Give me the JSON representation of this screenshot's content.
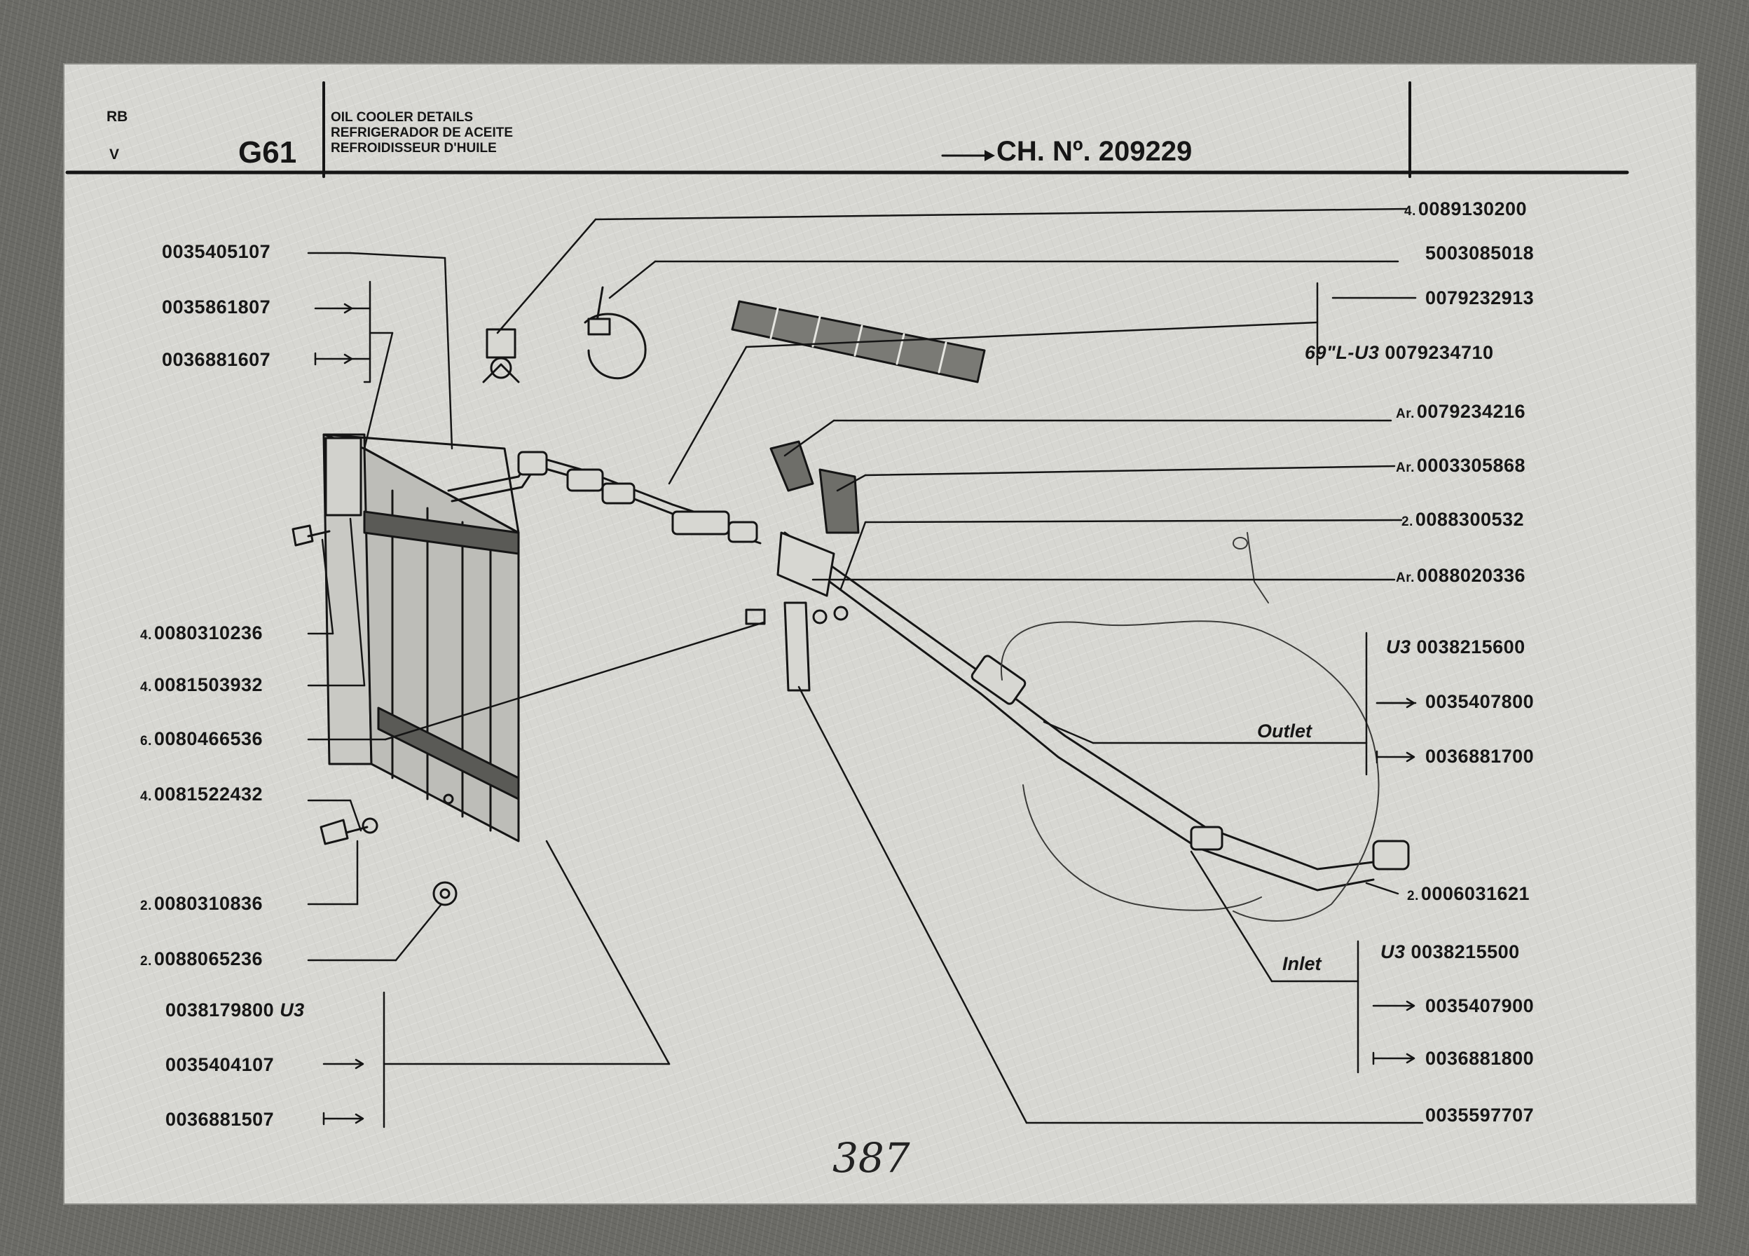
{
  "header": {
    "rb": "RB",
    "v": "V",
    "code": "G61",
    "title_lines": [
      "OIL COOLER DETAILS",
      "REFRIGERADOR DE ACEITE",
      "REFROIDISSEUR D'HUILE"
    ],
    "chassis": "CH. Nº. 209229"
  },
  "left_parts": [
    {
      "qty": "",
      "number": "0035405107",
      "tag": ""
    },
    {
      "qty": "",
      "number": "0035861807",
      "tag": ""
    },
    {
      "qty": "",
      "number": "0036881607",
      "tag": ""
    },
    {
      "qty": "4.",
      "number": "0080310236",
      "tag": ""
    },
    {
      "qty": "4.",
      "number": "0081503932",
      "tag": ""
    },
    {
      "qty": "6.",
      "number": "0080466536",
      "tag": ""
    },
    {
      "qty": "4.",
      "number": "0081522432",
      "tag": ""
    },
    {
      "qty": "2.",
      "number": "0080310836",
      "tag": ""
    },
    {
      "qty": "2.",
      "number": "0088065236",
      "tag": ""
    },
    {
      "qty": "",
      "number": "0038179800",
      "tag": "U3"
    },
    {
      "qty": "",
      "number": "0035404107",
      "tag": ""
    },
    {
      "qty": "",
      "number": "0036881507",
      "tag": ""
    }
  ],
  "right_parts": [
    {
      "qty": "4.",
      "number": "0089130200",
      "tag": ""
    },
    {
      "qty": "",
      "number": "5003085018",
      "tag": ""
    },
    {
      "qty": "",
      "number": "0079232913",
      "tag": ""
    },
    {
      "qty": "",
      "number": "0079234710",
      "tag": "69\"L-U3"
    },
    {
      "qty": "Ar.",
      "number": "0079234216",
      "tag": ""
    },
    {
      "qty": "Ar.",
      "number": "0003305868",
      "tag": ""
    },
    {
      "qty": "2.",
      "number": "0088300532",
      "tag": ""
    },
    {
      "qty": "Ar.",
      "number": "0088020336",
      "tag": ""
    },
    {
      "qty": "",
      "number": "0038215600",
      "tag": "U3"
    },
    {
      "qty": "",
      "number": "0035407800",
      "tag": ""
    },
    {
      "qty": "",
      "number": "0036881700",
      "tag": ""
    },
    {
      "qty": "2.",
      "number": "0006031621",
      "tag": ""
    },
    {
      "qty": "",
      "number": "0038215500",
      "tag": "U3"
    },
    {
      "qty": "",
      "number": "0035407900",
      "tag": ""
    },
    {
      "qty": "",
      "number": "0036881800",
      "tag": ""
    },
    {
      "qty": "",
      "number": "0035597707",
      "tag": ""
    }
  ],
  "callouts": {
    "outlet": "Outlet",
    "inlet": "Inlet"
  },
  "handwritten_page": "387"
}
